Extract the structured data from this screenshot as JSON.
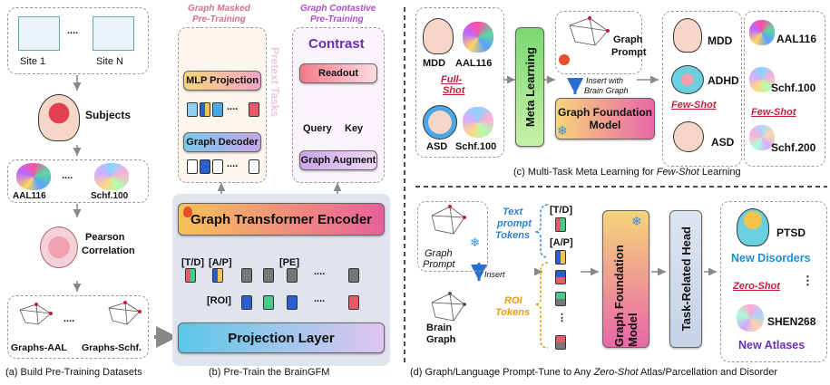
{
  "panel_a": {
    "site1": "Site 1",
    "siteN": "Site N",
    "dots": "....",
    "subjects": "Subjects",
    "atlas1": "AAL116",
    "atlas2": "Schf.100",
    "pearson": "Pearson",
    "correlation": "Correlation",
    "graphs1": "Graphs-AAL",
    "graphs2": "Graphs-Schf.",
    "caption": "(a) Build  Pre-Training Datasets"
  },
  "panel_b": {
    "gmp_title_1": "Graph Masked",
    "gmp_title_2": "Pre-Training",
    "gcp_title_1": "Graph Contastive",
    "gcp_title_2": "Pre-Training",
    "mlp": "MLP Projection",
    "decoder": "Graph Decoder",
    "pretext": "Pretext Tasks",
    "contrast": "Contrast",
    "readout": "Readout",
    "query": "Query",
    "key": "Key",
    "augment": "Graph Augment",
    "encoder": "Graph Transformer Encoder",
    "td": "[T/D]",
    "ap": "[A/P]",
    "pe": "[PE]",
    "roi": "[ROI]",
    "dots": "....",
    "dots2": "....",
    "projection": "Projection Layer",
    "caption": "(b) Pre-Train the BrainGFM"
  },
  "panel_c": {
    "mdd": "MDD",
    "aal": "AAL116",
    "fullshot_1": "Full-",
    "fullshot_2": "Shot",
    "asd": "ASD",
    "schf": "Schf.100",
    "meta": "Meta Learning",
    "prompt_1": "Graph",
    "prompt_2": "Prompt",
    "insert_1": "Insert with",
    "insert_2": "Brain Graph",
    "gfm_1": "Graph Foundation",
    "gfm_2": "Model",
    "out_mdd": "MDD",
    "out_adhd": "ADHD",
    "fewshot": "Few-Shot",
    "out_asd": "ASD",
    "out_aal": "AAL116",
    "out_schf100": "Schf.100",
    "out_fewshot": "Few-Shot",
    "out_schf200": "Schf.200",
    "caption_pre": "(c) Multi-Task Meta Learning for ",
    "caption_em": "Few-Shot",
    "caption_post": " Learning"
  },
  "panel_d": {
    "prompt_1": "Graph",
    "prompt_2": "Prompt",
    "insert": "Insert",
    "brain_1": "Brain",
    "brain_2": "Graph",
    "text_1": "Text",
    "text_2": "prompt",
    "text_3": "Tokens",
    "roi_1": "ROI",
    "roi_2": "Tokens",
    "td": "[T/D]",
    "ap": "[A/P]",
    "gfm": "Graph Foundation Model",
    "head": "Task-Related Head",
    "ptsd": "PTSD",
    "new_disorders": "New Disorders",
    "zeroshot": "Zero-Shot",
    "shen": "SHEN268",
    "new_atlases": "New Atlases",
    "caption_pre": "(d) Graph/Language Prompt-Tune to Any ",
    "caption_em": "Zero-Shot",
    "caption_post": " Atlas/Parcellation and Disorder"
  },
  "colors": {
    "accent_blue": "#1a8fd8",
    "accent_purple": "#6a2fb8",
    "accent_red": "#c0213a",
    "accent_orange": "#e39b12"
  }
}
